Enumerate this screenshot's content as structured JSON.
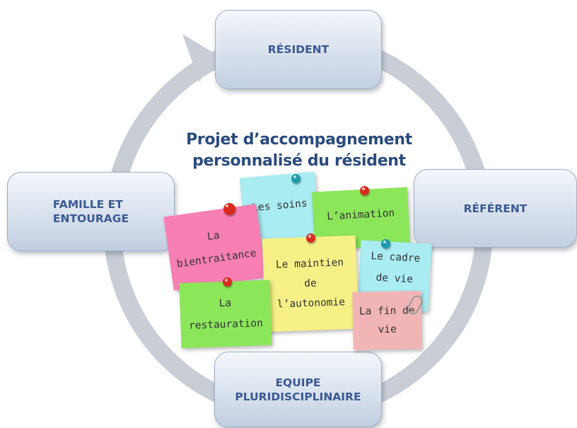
{
  "nodes": {
    "top": "RÉSIDENT",
    "right": "RÉFÉRENT",
    "bottom_line1": "EQUIPE",
    "bottom_line2": "PLURIDISCIPLINAIRE",
    "left_line1": "FAMILLE ET",
    "left_line2": "ENTOURAGE"
  },
  "title": {
    "line1": "Projet d’accompagnement",
    "line2": "personnalisé du résident"
  },
  "notes": {
    "soins": "Les soins",
    "animation": "L’animation",
    "bientraitance_line1": "La",
    "bientraitance_line2": "bientraitance",
    "maintien_line1": "Le maintien",
    "maintien_line2": "de",
    "maintien_line3": "l’autonomie",
    "cadre_line1": "Le cadre",
    "cadre_line2": "de vie",
    "restauration_line1": "La",
    "restauration_line2": "restauration",
    "fin_line1": "La fin de",
    "fin_line2": "vie"
  },
  "colors": {
    "ring": "#c8cdd6",
    "node_text": "#3a5a93",
    "title": "#2a4a7e",
    "note_pink": "#f77fb3",
    "note_cyan": "#a9ecf2",
    "note_green": "#8ce65a",
    "note_yellow": "#f6f087",
    "note_rose": "#f2b5b5",
    "pin_red": "#d92a1e",
    "pin_teal": "#1e9aa8"
  },
  "icons": {
    "arrow": "cycle-arrowhead-icon",
    "pin": "pushpin-icon",
    "clip": "paperclip-icon"
  }
}
